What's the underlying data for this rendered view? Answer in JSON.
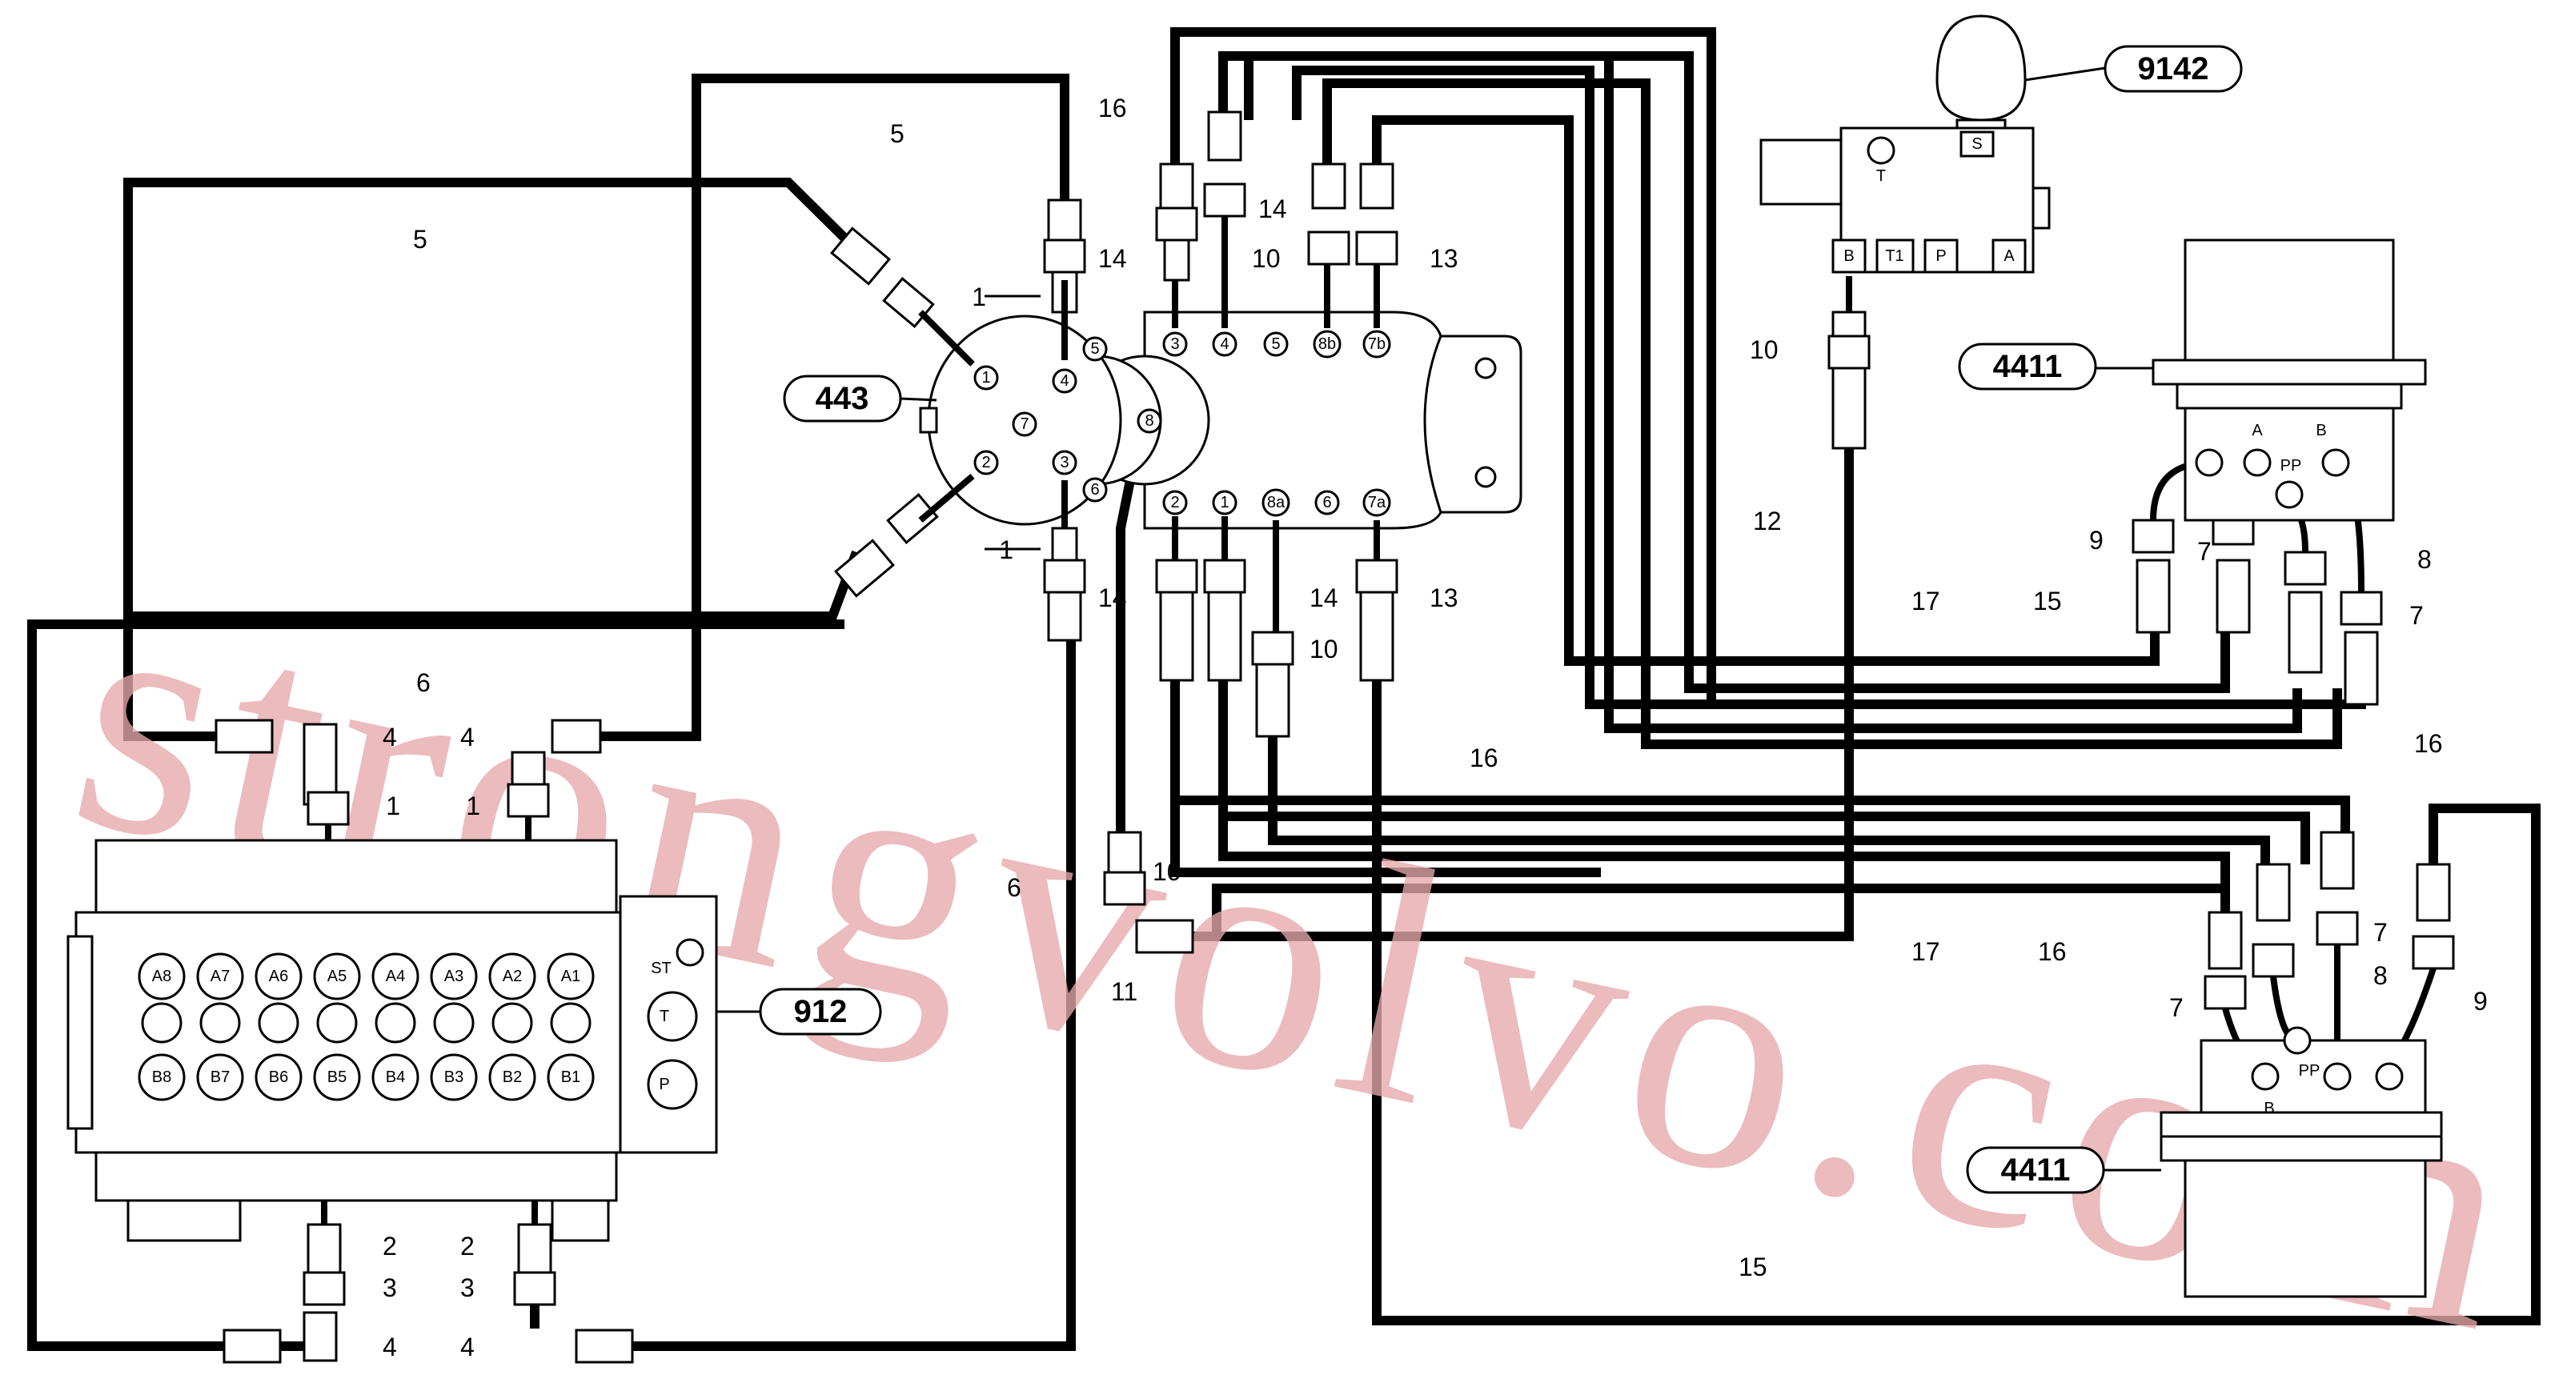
{
  "components": {
    "c443": "443",
    "c912": "912",
    "c4411_top": "4411",
    "c4411_bottom": "4411",
    "c9142": "9142"
  },
  "valve_9142_ports": {
    "t": "T",
    "s": "S",
    "b": "B",
    "t1": "T1",
    "p": "P",
    "a": "A"
  },
  "swivel_ports": {
    "top": [
      "1",
      "4",
      "5",
      "3",
      "4",
      "5",
      "8b",
      "7b"
    ],
    "bottom": [
      "2",
      "3",
      "6",
      "7",
      "8",
      "2",
      "1",
      "8a",
      "6",
      "7a"
    ]
  },
  "control_valve": {
    "a_ports": [
      "A8",
      "A7",
      "A6",
      "A5",
      "A4",
      "A3",
      "A2",
      "A1"
    ],
    "b_ports": [
      "B8",
      "B7",
      "B6",
      "B5",
      "B4",
      "B3",
      "B2",
      "B1"
    ],
    "side_ports": {
      "st": "ST",
      "t": "T",
      "p": "P"
    }
  },
  "motor_ports": {
    "a": "A",
    "b": "B",
    "pp": "PP",
    "b_lower": "B",
    "pp_lower": "PP"
  },
  "callouts": {
    "c1a": "1",
    "c1b": "1",
    "c1c": "1",
    "c1d": "1",
    "c2a": "2",
    "c2b": "2",
    "c3a": "3",
    "c3b": "3",
    "c4a": "4",
    "c4b": "4",
    "c4c": "4",
    "c4d": "4",
    "c5a": "5",
    "c5b": "5",
    "c6a": "6",
    "c6b": "6",
    "c7a": "7",
    "c7b": "7",
    "c7c": "7",
    "c7d": "7",
    "c8a": "8",
    "c8b": "8",
    "c9a": "9",
    "c9b": "9",
    "c10a": "10",
    "c10b": "10",
    "c10c": "10",
    "c10d": "10",
    "c11": "11",
    "c12": "12",
    "c13a": "13",
    "c13b": "13",
    "c14a": "14",
    "c14b": "14",
    "c14c": "14",
    "c14d": "14",
    "c15a": "15",
    "c15b": "15",
    "c16a": "16",
    "c16b": "16",
    "c16c": "16",
    "c16d": "16",
    "c17a": "17",
    "c17b": "17"
  },
  "watermark": "strongvolvo.com"
}
